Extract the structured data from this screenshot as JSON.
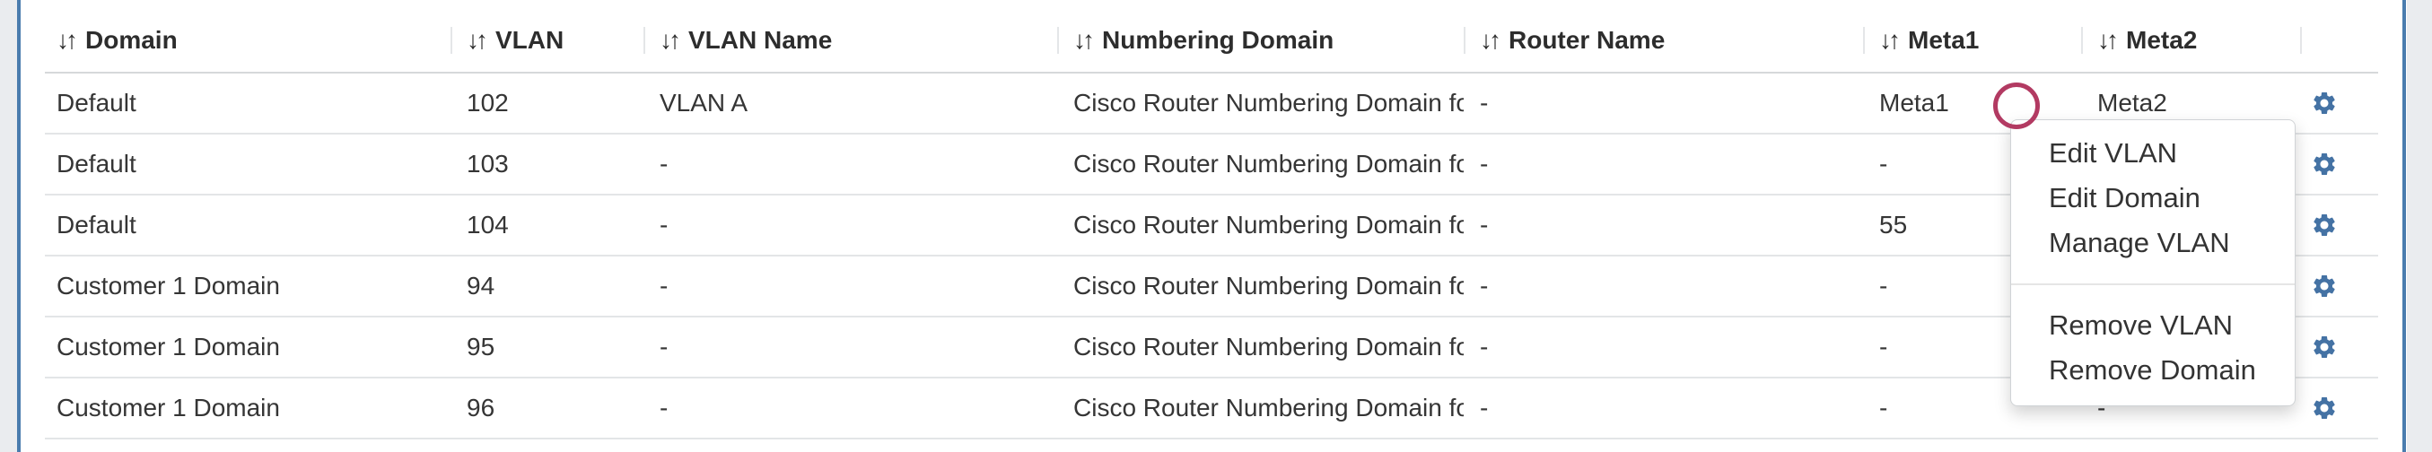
{
  "table": {
    "sort_glyph": "↓↑",
    "columns": [
      {
        "label": "Domain"
      },
      {
        "label": "VLAN"
      },
      {
        "label": "VLAN Name"
      },
      {
        "label": "Numbering Domain"
      },
      {
        "label": "Router Name"
      },
      {
        "label": "Meta1"
      },
      {
        "label": "Meta2"
      }
    ],
    "rows": [
      {
        "domain": "Default",
        "vlan": "102",
        "vlan_name": "VLAN A",
        "numbering_domain": "Cisco Router Numbering Domain for ...",
        "router_name": "-",
        "meta1": "Meta1",
        "meta2": "Meta2"
      },
      {
        "domain": "Default",
        "vlan": "103",
        "vlan_name": "-",
        "numbering_domain": "Cisco Router Numbering Domain for ...",
        "router_name": "-",
        "meta1": "-",
        "meta2": ""
      },
      {
        "domain": "Default",
        "vlan": "104",
        "vlan_name": "-",
        "numbering_domain": "Cisco Router Numbering Domain for ...",
        "router_name": "-",
        "meta1": "55",
        "meta2": ""
      },
      {
        "domain": "Customer 1 Domain",
        "vlan": "94",
        "vlan_name": "-",
        "numbering_domain": "Cisco Router Numbering Domain for ...",
        "router_name": "-",
        "meta1": "-",
        "meta2": ""
      },
      {
        "domain": "Customer 1 Domain",
        "vlan": "95",
        "vlan_name": "-",
        "numbering_domain": "Cisco Router Numbering Domain for ...",
        "router_name": "-",
        "meta1": "-",
        "meta2": ""
      },
      {
        "domain": "Customer 1 Domain",
        "vlan": "96",
        "vlan_name": "-",
        "numbering_domain": "Cisco Router Numbering Domain for ...",
        "router_name": "-",
        "meta1": "-",
        "meta2": "-"
      }
    ]
  },
  "context_menu": {
    "items": [
      {
        "label": "Edit VLAN"
      },
      {
        "label": "Edit Domain"
      },
      {
        "label": "Manage VLAN"
      },
      {
        "divider": true
      },
      {
        "label": "Remove VLAN"
      },
      {
        "label": "Remove Domain"
      }
    ]
  },
  "icons": {
    "row_actions": "gear-icon"
  },
  "colors": {
    "panel_border_blue": "#4a7cae",
    "gear_blue": "#4472a4",
    "annotation_circle": "#b23a62",
    "row_separator": "#e3e5e7",
    "text": "#353535"
  }
}
